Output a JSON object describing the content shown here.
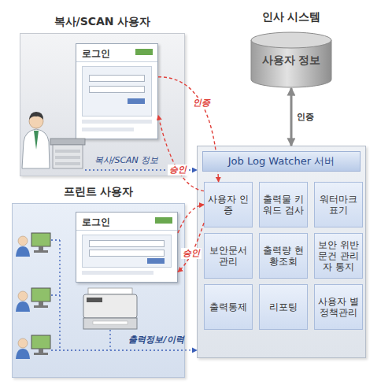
{
  "diagram": {
    "nodes": [
      {
        "text": [
          "복사/SCAN 사용자"
        ]
      },
      {
        "text": [
          "로그인"
        ],
        "in": 0
      },
      {
        "text": [
          "프린트 사용자"
        ]
      },
      {
        "text": [
          "로그인"
        ],
        "in": 2
      },
      {
        "text": [
          "인사 시스템",
          "사용자 정보"
        ]
      },
      {
        "text": [
          "Job Log Watcher 서버"
        ]
      },
      {
        "text": [
          "사용자 인증"
        ],
        "in": 5
      },
      {
        "text": [
          "출력물 키워드 검사"
        ],
        "in": 5
      },
      {
        "text": [
          "워터마크 표기"
        ],
        "in": 5
      },
      {
        "text": [
          "보안문서관리"
        ],
        "in": 5
      },
      {
        "text": [
          "출력량 현황조회"
        ],
        "in": 5
      },
      {
        "text": [
          "보안 위반문건 관리자 통지"
        ],
        "in": 5
      },
      {
        "text": [
          "출력통제"
        ],
        "in": 5
      },
      {
        "text": [
          "리포팅"
        ],
        "in": 5
      },
      {
        "text": [
          "사용자 별 정책관리"
        ],
        "in": 5
      }
    ],
    "edges": [
      {
        "from": 4,
        "to": 5,
        "arrow": "both",
        "label": "인증"
      },
      {
        "from": 1,
        "to": 6,
        "arrow": "to",
        "label": "인증"
      },
      {
        "from": 6,
        "to": 1,
        "arrow": "to",
        "label": "승인"
      },
      {
        "from": 3,
        "to": 6,
        "arrow": "to"
      },
      {
        "from": 6,
        "to": 3,
        "arrow": "to",
        "label": "승인"
      },
      {
        "from": 0,
        "to": 5,
        "arrow": "to",
        "label": "복사/SCAN 정보"
      },
      {
        "from": 2,
        "to": 5,
        "arrow": "to",
        "label": "출력정보/이력"
      }
    ]
  }
}
